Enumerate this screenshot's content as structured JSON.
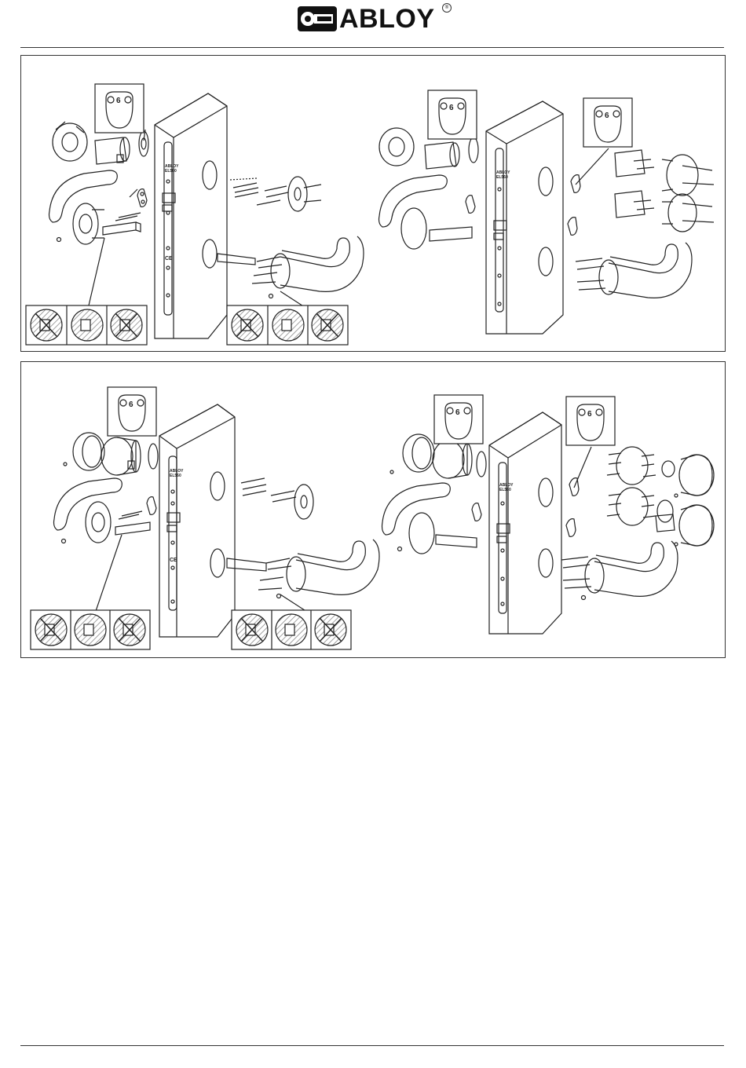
{
  "brand": {
    "name": "ABLOY",
    "registered_mark": "®"
  },
  "diagrams": [
    {
      "id": "top-left",
      "lock_text_line1": "ABLOY",
      "lock_text_line2": "EL560",
      "ce_mark": "CE",
      "lock_number": "6"
    },
    {
      "id": "top-right",
      "lock_text_line1": "ABLOY",
      "lock_text_line2": "EL560",
      "lock_number": "6",
      "lock_number_2": "6"
    },
    {
      "id": "bottom-left",
      "lock_text_line1": "ABLOY",
      "lock_text_line2": "EL560",
      "ce_mark": "CE",
      "lock_number": "6"
    },
    {
      "id": "bottom-right",
      "lock_text_line1": "ABLOY",
      "lock_text_line2": "EL560",
      "lock_number": "6",
      "lock_number_2": "6"
    }
  ],
  "colors": {
    "line": "#222222",
    "hatch": "#9a9a9a",
    "panel_border": "#333333"
  }
}
